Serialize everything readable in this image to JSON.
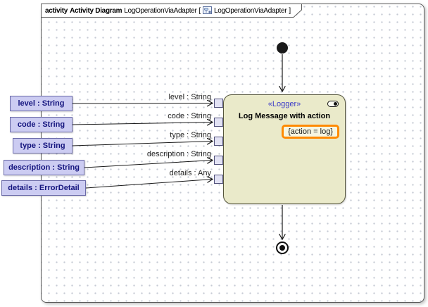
{
  "frame": {
    "keyword": "activity",
    "diagram_type": "Activity Diagram",
    "diagram_name": "LogOperationViaAdapter",
    "context_open": "[",
    "context_name": "LogOperationViaAdapter",
    "context_close": "]"
  },
  "parameters": [
    {
      "label": "level : String"
    },
    {
      "label": "code : String"
    },
    {
      "label": "type : String"
    },
    {
      "label": "description : String"
    },
    {
      "label": "details : ErrorDetail"
    }
  ],
  "action": {
    "stereotype": "«Logger»",
    "name": "Log Message with action",
    "tagged_value": "{action = log}"
  },
  "pins": [
    {
      "label": "level : String"
    },
    {
      "label": "code : String"
    },
    {
      "label": "type : String"
    },
    {
      "label": "description : String"
    },
    {
      "label": "details : Any"
    }
  ],
  "colors": {
    "parameter_fill": "#ccccf2",
    "action_fill": "#eaeaca",
    "stereotype_text": "#3939c8",
    "highlight_border": "#ff8a00"
  }
}
